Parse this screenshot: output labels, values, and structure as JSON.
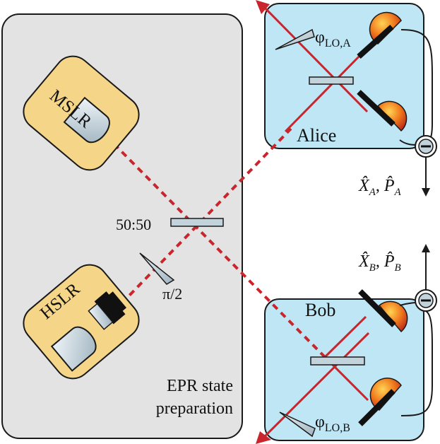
{
  "labels": {
    "mslr": "MSLR",
    "hslr": "HSLR",
    "bs_ratio": "50:50",
    "phase_shift": "π/2",
    "alice": "Alice",
    "bob": "Bob",
    "lo_phase_prefix": "φ",
    "lo_a_sub": "LO,A",
    "lo_b_sub": "LO,B",
    "x_symbol": "X̂",
    "p_symbol": "P̂",
    "sub_a": "A",
    "sub_b": "B",
    "comma": ",",
    "epr_line1": "EPR state",
    "epr_line2": "preparation"
  },
  "colors": {
    "panel_fill": "#e3e3e3",
    "laser_box_fill": "#f5d588",
    "detector_box_fill": "#bfe6f4",
    "beam_red": "#c9252d",
    "outline": "#1a1a1a",
    "optic_fill": "#c3d3dc",
    "detector_orange": "#f07a1e",
    "detector_highlight": "#ffd454"
  },
  "icons": {
    "beam_splitter": "beam-splitter-plate",
    "phase_shifter": "wedge-prism",
    "detector": "photodiode-dome",
    "subtractor": "minus-circle"
  }
}
